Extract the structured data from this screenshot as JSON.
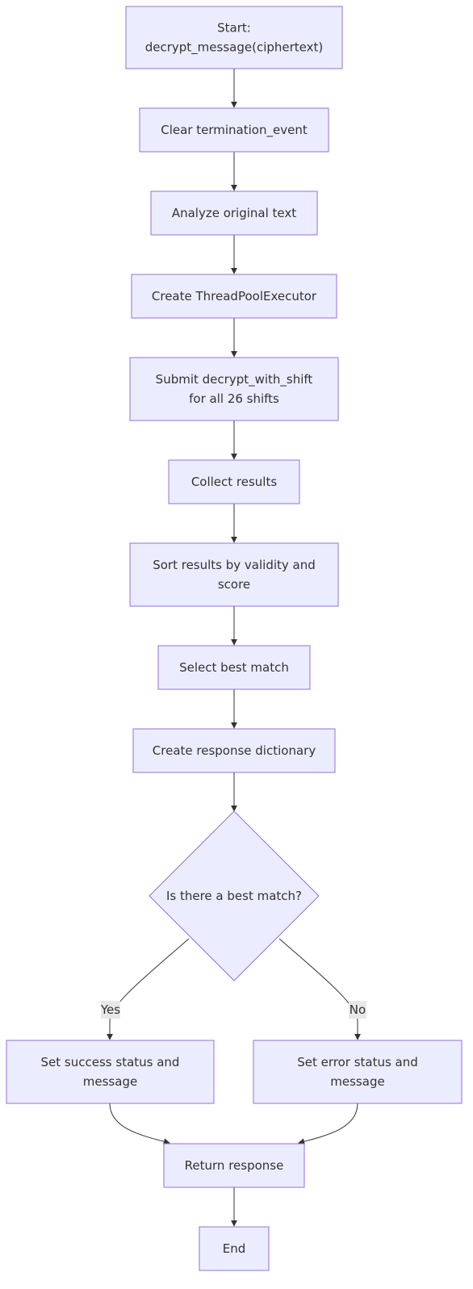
{
  "nodes": {
    "start": [
      "Start:",
      "decrypt_message(ciphertext)"
    ],
    "clear_event": [
      "Clear termination_event"
    ],
    "analyze": [
      "Analyze original text"
    ],
    "create_executor": [
      "Create ThreadPoolExecutor"
    ],
    "submit": [
      "Submit decrypt_with_shift",
      "for all 26 shifts"
    ],
    "collect": [
      "Collect results"
    ],
    "sort": [
      "Sort results by validity and",
      "score"
    ],
    "select": [
      "Select best match"
    ],
    "create_response": [
      "Create response dictionary"
    ],
    "decision": [
      "Is there a best match?"
    ],
    "success": [
      "Set success status and",
      "message"
    ],
    "error": [
      "Set error status and",
      "message"
    ],
    "return_response": [
      "Return response"
    ],
    "end": [
      "End"
    ]
  },
  "edge_labels": {
    "yes": "Yes",
    "no": "No"
  },
  "colors": {
    "node_fill": "#ececff",
    "node_stroke": "#9370db",
    "edge": "#333333",
    "label_bg": "#e8e8e8"
  }
}
